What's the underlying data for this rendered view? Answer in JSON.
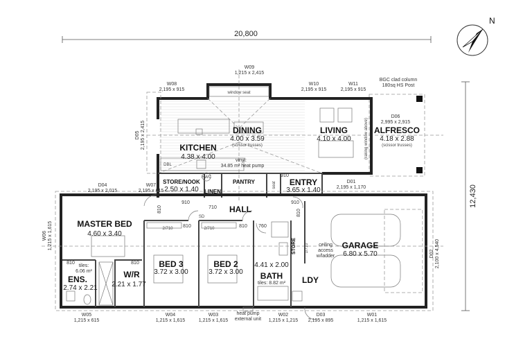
{
  "overall": {
    "width": "20,800",
    "depth": "12,430"
  },
  "north_label": "N",
  "rooms": {
    "dining": {
      "name": "DINING",
      "size": "4.00 x 3.59",
      "note": "(scissor trusses)"
    },
    "living": {
      "name": "LIVING",
      "size": "4.10 x 4.00"
    },
    "alfresco": {
      "name": "ALFRESCO",
      "size": "4.18 x 2.88",
      "note": "(scissor trusses)"
    },
    "kitchen": {
      "name": "KITCHEN",
      "size": "4.38 x 4.00",
      "flooring": "vinyl:",
      "area_note": "34.85 m² heat pump",
      "dbl": "DBL"
    },
    "store_nook": {
      "name": "STORE/NOOK",
      "size": "2.50 x 1.40"
    },
    "linen": {
      "name": "LINEN",
      "hwc": "HWC"
    },
    "pantry": {
      "name": "PANTRY"
    },
    "entry": {
      "name": "ENTRY",
      "size": "3.65 x 1.40",
      "seat": "seat"
    },
    "hall": {
      "name": "HALL",
      "sd": "SD"
    },
    "master_bed": {
      "name": "MASTER BED",
      "size": "4.60 x 3.40"
    },
    "bed3": {
      "name": "BED 3",
      "size": "3.72 x 3.00",
      "robe": "2/710"
    },
    "bed2": {
      "name": "BED 2",
      "size": "3.72 x 3.00",
      "robe": "2/710"
    },
    "bath": {
      "name": "BATH",
      "size": "4.41 x 2.00",
      "tiles": "tiles: 8.82 m²"
    },
    "ensuite": {
      "name": "ENS.",
      "size": "2.74 x 2.21",
      "tiles": "tiles:",
      "tiles_area": "6.06 m²"
    },
    "wr": {
      "name": "W/R",
      "size": "2.21 x 1.77"
    },
    "store": {
      "name": "STORE",
      "door": "1/710"
    },
    "garage": {
      "name": "GARAGE",
      "size": "6.80 x 5.70",
      "ceiling_1": "ceiling",
      "ceiling_2": "access",
      "ceiling_3": "w/ladder"
    },
    "laundry": {
      "name": "LDY"
    }
  },
  "notes": {
    "window_seat": "window seat",
    "raking_window": "(raking window above)",
    "column_1": "BGC clad column",
    "column_2": "180sq HS Post",
    "heat_pump_1": "heat pump",
    "heat_pump_2": "external unit"
  },
  "openings": {
    "W09": {
      "id": "W09",
      "size": "1,215 x 2,415"
    },
    "W08": {
      "id": "W08",
      "size": "2,195 x 915"
    },
    "W10": {
      "id": "W10",
      "size": "2,195 x 915"
    },
    "W11": {
      "id": "W11",
      "size": "2,195 x 915"
    },
    "D05": {
      "id": "D05",
      "size": "2,195 x 2,415"
    },
    "D06": {
      "id": "D06",
      "size": "2,995 x 2,915"
    },
    "D04": {
      "id": "D04",
      "size": "2,195 x 2,015"
    },
    "W07": {
      "id": "W07",
      "size": "2,195 x 615"
    },
    "D01": {
      "id": "D01",
      "size": "2,195 x 1,170"
    },
    "W06": {
      "id": "W06",
      "size": "1,215 x 1,615"
    },
    "D02": {
      "id": "D02",
      "size": "2,100 x 4,540"
    },
    "W05": {
      "id": "W05",
      "size": "1,215 x 615"
    },
    "W04": {
      "id": "W04",
      "size": "1,215 x 1,615"
    },
    "W03": {
      "id": "W03",
      "size": "1,215 x 1,615"
    },
    "W02": {
      "id": "W02",
      "size": "1,215 x 1,215"
    },
    "D03": {
      "id": "D03",
      "size": "2,195 x 895"
    },
    "W01": {
      "id": "W01",
      "size": "1,215 x 1,615"
    }
  },
  "door_widths": {
    "entry_top": "910",
    "hall_left": "910",
    "linen": "710",
    "hall_right": "910",
    "garage_door": "810",
    "master": "810",
    "bed3": "810",
    "bed2": "810",
    "bath": "760",
    "ens": "810",
    "wr": "810"
  }
}
